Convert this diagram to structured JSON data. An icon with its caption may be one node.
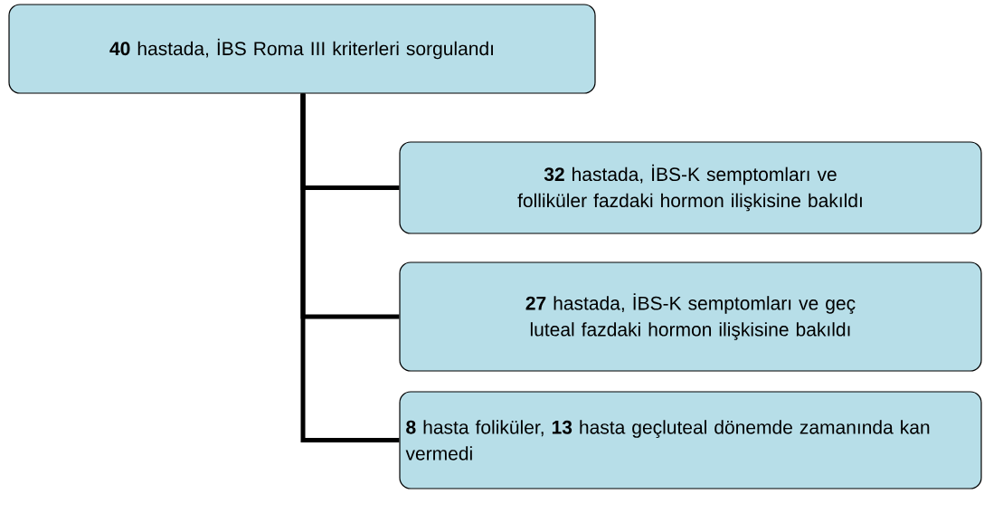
{
  "diagram": {
    "nodes": [
      {
        "text": [
          "**40** hastada, İBS Roma III kriterleri sorgulandı"
        ]
      },
      {
        "text": [
          "**32** hastada, İBS-K semptomları ve folliküler fazdaki hormon ilişkisine bakıldı"
        ]
      },
      {
        "text": [
          "**27** hastada, İBS-K semptomları ve geç luteal fazdaki hormon ilişkisine bakıldı"
        ]
      },
      {
        "text": [
          "**8** hasta foliküler, **13** hasta geçluteal dönemde zamanında kan vermedi"
        ]
      }
    ],
    "edges": [
      {
        "from": 0,
        "to": 1,
        "arrow": "none"
      },
      {
        "from": 0,
        "to": 2,
        "arrow": "none"
      },
      {
        "from": 0,
        "to": 3,
        "arrow": "none"
      }
    ]
  }
}
